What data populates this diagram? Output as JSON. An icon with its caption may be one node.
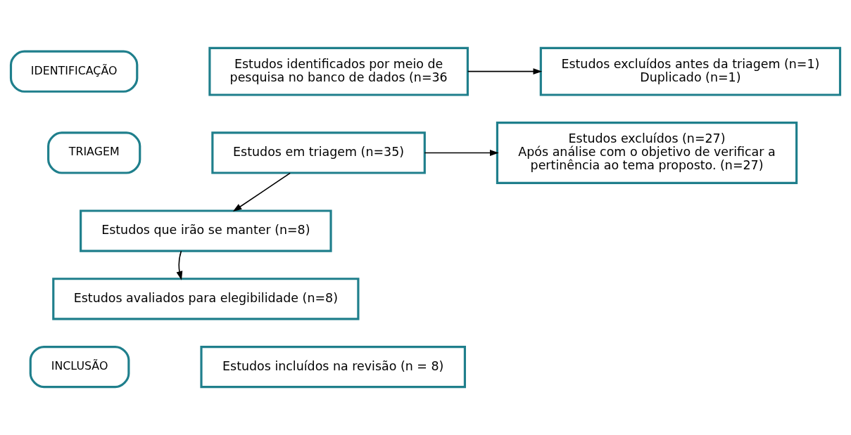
{
  "diagram": {
    "nodes": [
      {
        "text": [
          "IDENTIFICAÇÃO"
        ]
      },
      {
        "text": [
          "TRIAGEM"
        ]
      },
      {
        "text": [
          "INCLUSÃO"
        ]
      },
      {
        "text": [
          "Estudos identificados por meio de pesquisa no banco de dados (n=36"
        ]
      },
      {
        "text": [
          "Estudos excluídos antes da triagem (n=1)",
          "Duplicado (n=1)"
        ]
      },
      {
        "text": [
          "Estudos em triagem (n=35)"
        ]
      },
      {
        "text": [
          "Estudos excluídos (n=27)",
          "Após análise com o objetivo de verificar a pertinência ao tema proposto. (n=27)"
        ]
      },
      {
        "text": [
          "Estudos que irão se manter (n=8)"
        ]
      },
      {
        "text": [
          "Estudos avaliados para elegibilidade (n=8)"
        ]
      },
      {
        "text": [
          "Estudos incluídos na revisão (n = 8)"
        ]
      }
    ],
    "edges": [
      {
        "from": 3,
        "to": 4,
        "arrow": "to"
      },
      {
        "from": 5,
        "to": 6,
        "arrow": "to"
      },
      {
        "from": 5,
        "to": 7,
        "arrow": "to"
      },
      {
        "from": 7,
        "to": 8,
        "arrow": "to"
      }
    ]
  }
}
